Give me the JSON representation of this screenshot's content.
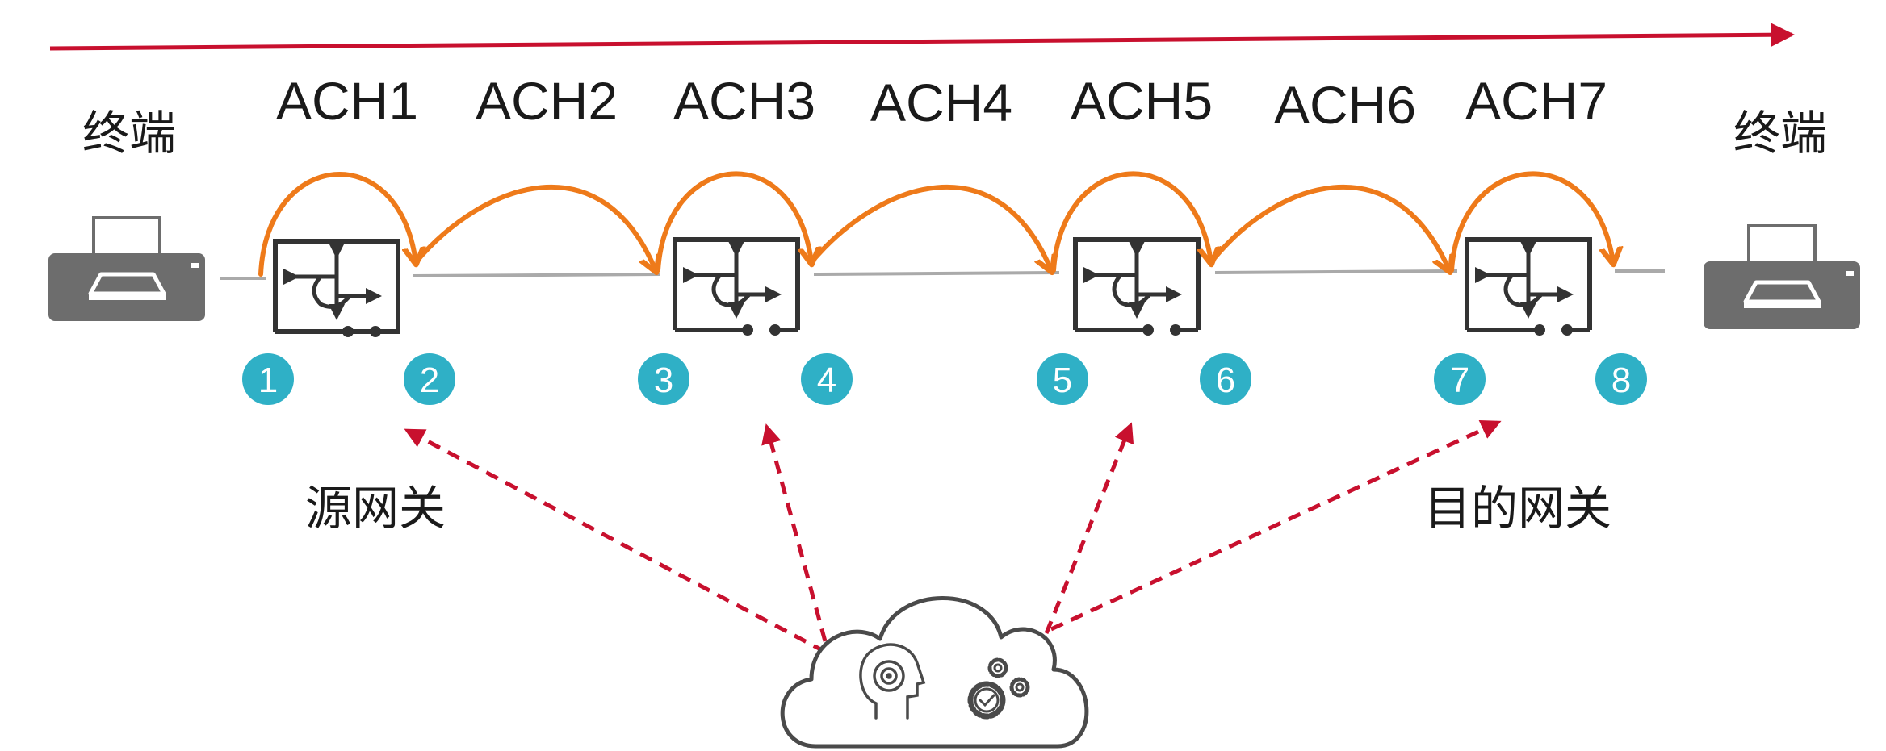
{
  "colors": {
    "timeline": "#c8102e",
    "hop_arc": "#ee7a1a",
    "badge": "#2fb0c6",
    "device": "#333333",
    "wire": "#aaaaaa",
    "control": "#c8102e"
  },
  "terminals": {
    "left_label": "终端",
    "right_label": "终端",
    "icon": "printer-icon"
  },
  "channels": [
    "ACH1",
    "ACH2",
    "ACH3",
    "ACH4",
    "ACH5",
    "ACH6",
    "ACH7"
  ],
  "ports": [
    "1",
    "2",
    "3",
    "4",
    "5",
    "6",
    "7",
    "8"
  ],
  "gateways": {
    "source_label": "源网关",
    "destination_label": "目的网关",
    "icon": "router-icon"
  },
  "controller": {
    "icon": "cloud-icon",
    "inner_icons": [
      "ai-head-icon",
      "gears-icon"
    ]
  }
}
